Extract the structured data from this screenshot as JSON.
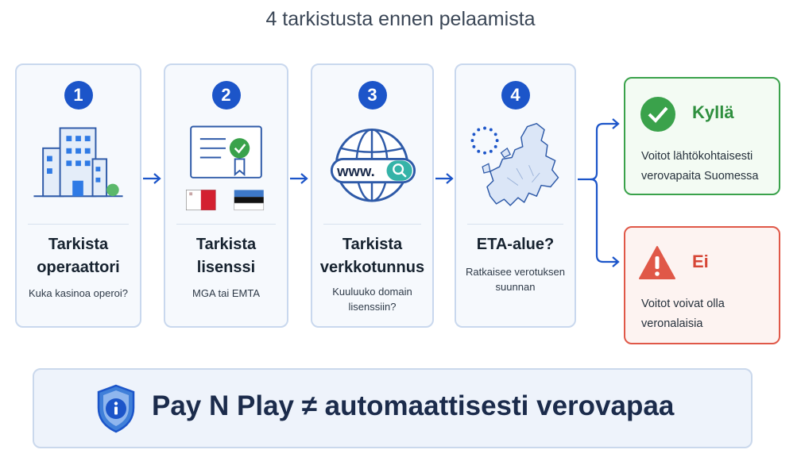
{
  "title": "4 tarkistusta ennen pelaamista",
  "steps": [
    {
      "number": "1",
      "title_line1": "Tarkista",
      "title_line2": "operaattori",
      "desc_line1": "Kuka kasinoa operoi?",
      "desc_line2": "",
      "icon": "building-icon"
    },
    {
      "number": "2",
      "title_line1": "Tarkista",
      "title_line2": "lisenssi",
      "desc_line1": "MGA tai EMTA",
      "desc_line2": "",
      "icon": "certificate-icon"
    },
    {
      "number": "3",
      "title_line1": "Tarkista",
      "title_line2": "verkkotunnus",
      "desc_line1": "Kuuluuko domain",
      "desc_line2": "lisenssiin?",
      "icon": "globe-www-icon"
    },
    {
      "number": "4",
      "title_line1": "ETA-alue?",
      "title_line2": "",
      "desc_line1": "Ratkaisee verotuksen",
      "desc_line2": "suunnan",
      "icon": "europe-map-icon"
    }
  ],
  "step2_badge": "www.",
  "results": {
    "yes": {
      "heading": "Kyllä",
      "line1": "Voitot lähtökohtaisesti",
      "line2": "verovapaita Suomessa",
      "icon": "check-circle-icon",
      "color": "#3aa24b"
    },
    "no": {
      "heading": "Ei",
      "line1": "Voitot voivat olla",
      "line2": "veronalaisia",
      "icon": "warning-triangle-icon",
      "color": "#e05848"
    }
  },
  "banner": {
    "text": "Pay N Play ≠ automaattisesti verovapaa",
    "icon": "info-shield-icon"
  },
  "colors": {
    "accent": "#1c55c9",
    "yes": "#3aa24b",
    "no": "#e05848"
  }
}
